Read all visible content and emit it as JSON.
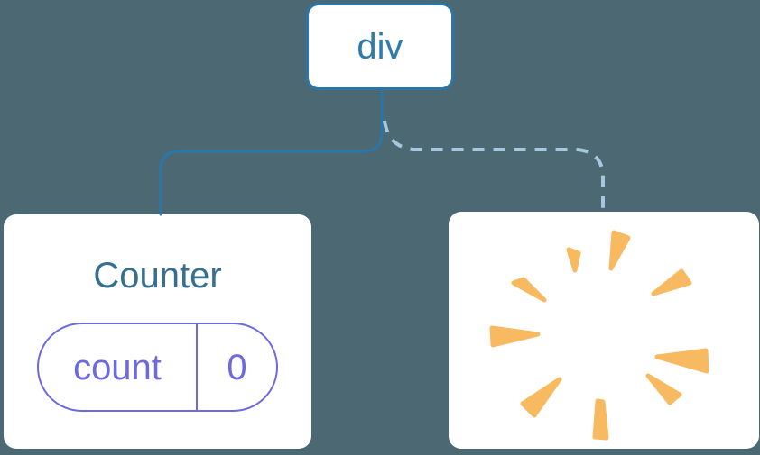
{
  "diagram": {
    "description": "React component tree: a div root keeps the Counter child (solid link) while the second child is removed (dashed link ending in a poof)",
    "root_node": {
      "label": "div"
    },
    "counter_node": {
      "title": "Counter",
      "state": {
        "key": "count",
        "value": "0"
      }
    },
    "removed_node": {
      "icon": "poof-explosion-icon"
    }
  },
  "colors": {
    "background": "#4C6872",
    "card_background": "#FFFFFF",
    "node_border": "#2B76A9",
    "root_label": "#2E7BAD",
    "solid_link": "#2B76A9",
    "dashed_link": "#A6C8DE",
    "counter_title": "#36708E",
    "state_pill": "#6D69DE",
    "poof": "#F8BA61"
  }
}
